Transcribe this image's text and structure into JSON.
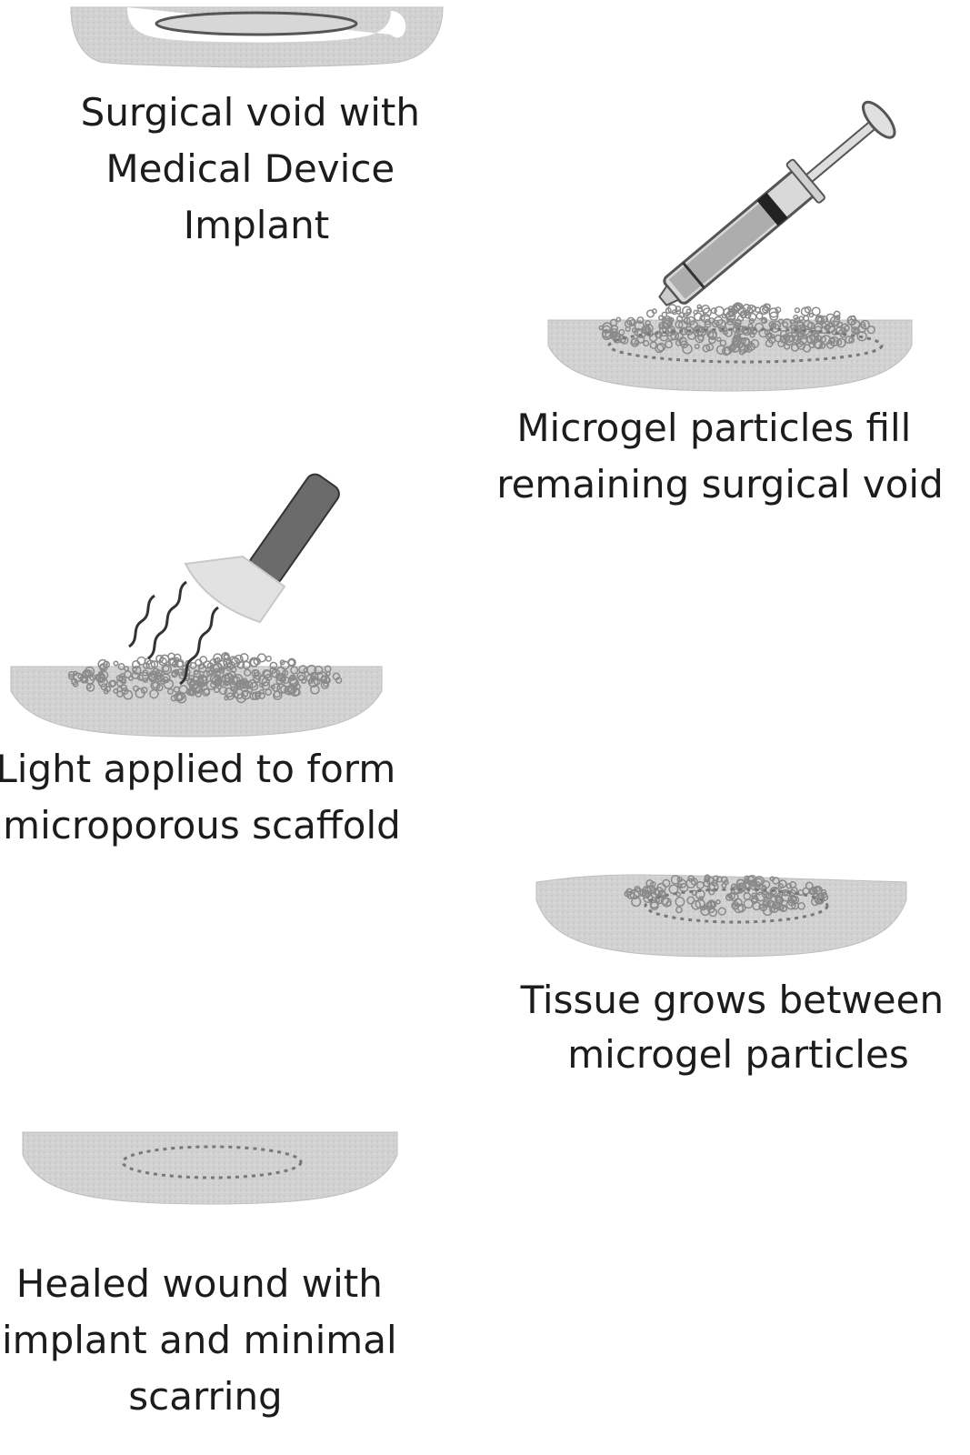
{
  "steps": [
    {
      "caption_lines": [
        "Surgical void with",
        "Medical Device",
        "Implant"
      ]
    },
    {
      "caption_lines": [
        "Microgel particles fill",
        "remaining surgical void"
      ]
    },
    {
      "caption_lines": [
        "Light applied to form",
        "microporous  scaffold"
      ]
    },
    {
      "caption_lines": [
        "Tissue grows between",
        "microgel particles"
      ]
    },
    {
      "caption_lines": [
        "Healed wound with",
        "implant and minimal",
        "scarring"
      ]
    }
  ],
  "colors": {
    "tissue": "#cfcfcf",
    "tissue_dark": "#b5b5b5",
    "particles": "#8a8a8a",
    "implant_outline": "#666666",
    "flashlight_handle": "#6b6b6b",
    "flashlight_head": "#e2e2e2",
    "text": "#1c1c1c"
  }
}
